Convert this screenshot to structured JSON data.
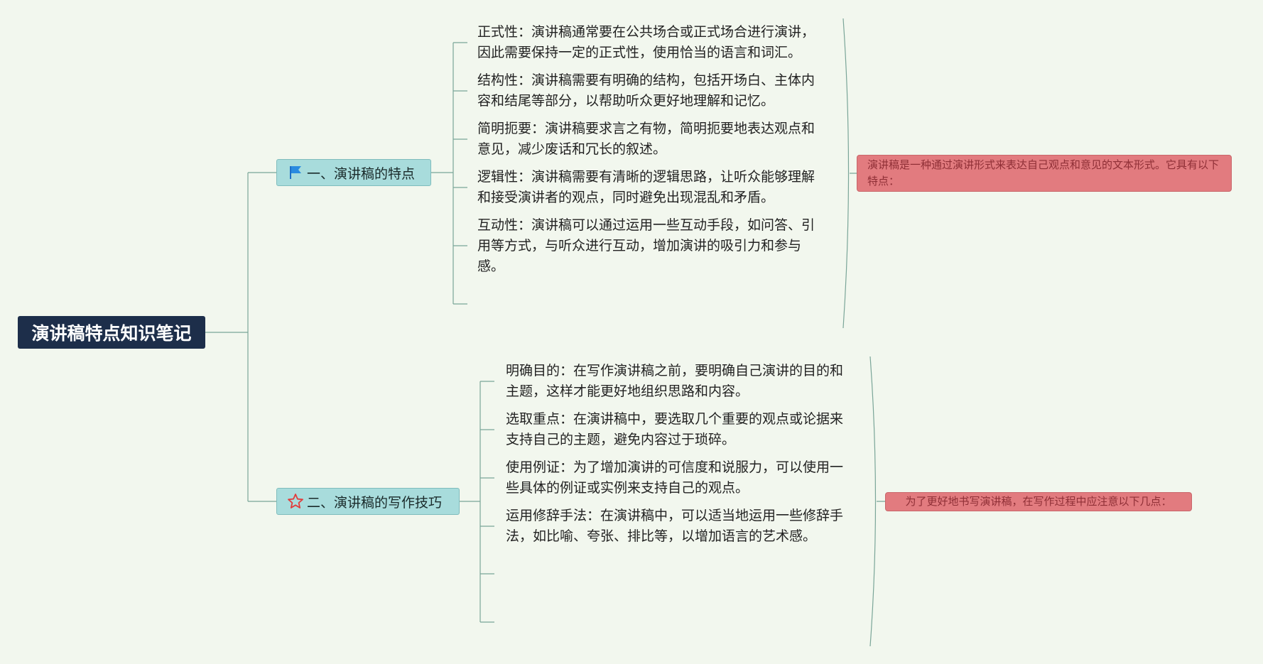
{
  "root": {
    "title": "演讲稿特点知识笔记"
  },
  "branches": [
    {
      "label": "一、演讲稿的特点",
      "icon": "blue-flag-icon",
      "items": [
        {
          "lines": [
            "正式性：演讲稿通常要在公共场合或正式场合进行演讲，",
            "因此需要保持一定的正式性，使用恰当的语言和词汇。"
          ]
        },
        {
          "lines": [
            "结构性：演讲稿需要有明确的结构，包括开场白、主体内",
            "容和结尾等部分，以帮助听众更好地理解和记忆。"
          ]
        },
        {
          "lines": [
            "简明扼要：演讲稿要求言之有物，简明扼要地表达观点和",
            "意见，减少废话和冗长的叙述。"
          ]
        },
        {
          "lines": [
            "逻辑性：演讲稿需要有清晰的逻辑思路，让听众能够理解",
            "和接受演讲者的观点，同时避免出现混乱和矛盾。"
          ]
        },
        {
          "lines": [
            "互动性：演讲稿可以通过运用一些互动手段，如问答、引",
            "用等方式，与听众进行互动，增加演讲的吸引力和参与",
            "感。"
          ]
        }
      ],
      "summary": "演讲稿是一种通过演讲形式来表达自己观点和意见的文本形式。它具有以下特点："
    },
    {
      "label": "二、演讲稿的写作技巧",
      "icon": "red-star-icon",
      "items": [
        {
          "lines": [
            "明确目的：在写作演讲稿之前，要明确自己演讲的目的和",
            "主题，这样才能更好地组织思路和内容。"
          ]
        },
        {
          "lines": [
            "选取重点：在演讲稿中，要选取几个重要的观点或论据来",
            "支持自己的主题，避免内容过于琐碎。"
          ]
        },
        {
          "lines": [
            "使用例证：为了增加演讲的可信度和说服力，可以使用一",
            "些具体的例证或实例来支持自己的观点。"
          ]
        },
        {
          "lines": [
            "运用修辞手法：在演讲稿中，可以适当地运用一些修辞手",
            "法，如比喻、夸张、排比等，以增加语言的艺术感。"
          ]
        }
      ],
      "summary": "为了更好地书写演讲稿，在写作过程中应注意以下几点："
    }
  ],
  "colors": {
    "background": "#f2f7ee",
    "root": "#1d2e4a",
    "branch": "#a8dcdc",
    "summary": "#e27b7f",
    "connector": "#7aa598"
  }
}
